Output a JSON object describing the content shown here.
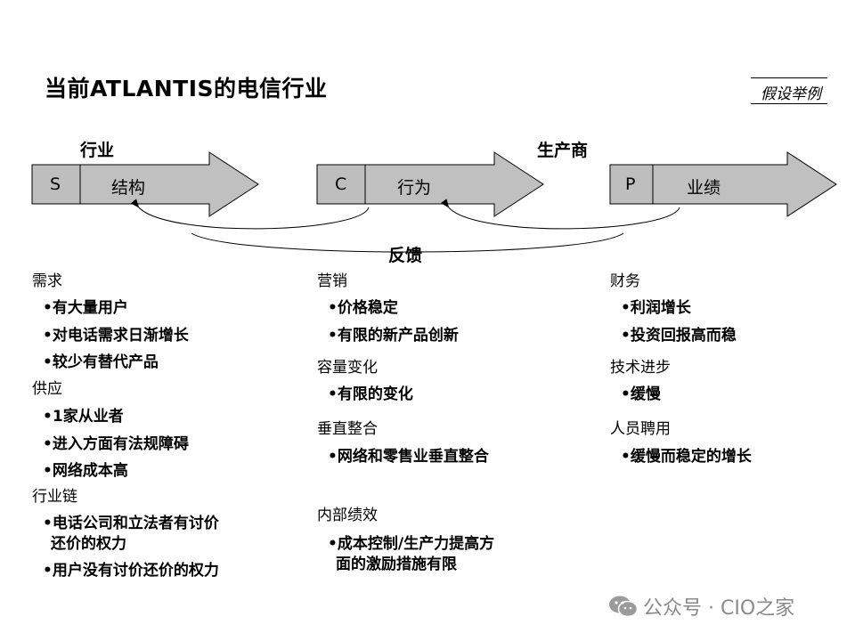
{
  "title": "当前ATLANTIS的电信行业",
  "hypothesis_tag": "假设举例",
  "headers": {
    "industry": "行业",
    "producer": "生产商"
  },
  "scp": [
    {
      "letter": "S",
      "word": "结构"
    },
    {
      "letter": "C",
      "word": "行为"
    },
    {
      "letter": "P",
      "word": "业绩"
    }
  ],
  "feedback_label": "反馈",
  "columns": {
    "structure": {
      "demand": {
        "title": "需求",
        "items": [
          "•有大量用户",
          "•对电话需求日渐增长",
          "•较少有替代产品"
        ]
      },
      "supply": {
        "title": "供应",
        "items": [
          "•1家从业者",
          "•进入方面有法规障碍",
          "•网络成本高"
        ]
      },
      "chain": {
        "title": "行业链",
        "items": [
          "•电话公司和立法者有讨价",
          "还价的权力",
          "•用户没有讨价还价的权力"
        ]
      }
    },
    "conduct": {
      "marketing": {
        "title": "营销",
        "items": [
          "•价格稳定",
          "•有限的新产品创新"
        ]
      },
      "capacity": {
        "title": "容量变化",
        "items": [
          "•有限的变化"
        ]
      },
      "vertical": {
        "title": "垂直整合",
        "items": [
          "•网络和零售业垂直整合"
        ]
      },
      "internal": {
        "title": "内部绩效",
        "items": [
          "•成本控制/生产力提高方",
          "面的激励措施有限"
        ]
      }
    },
    "performance": {
      "finance": {
        "title": "财务",
        "items": [
          "•利润增长",
          "•投资回报高而稳"
        ]
      },
      "tech": {
        "title": "技术进步",
        "items": [
          "•缓慢"
        ]
      },
      "hiring": {
        "title": "人员聘用",
        "items": [
          "•缓慢而稳定的增长"
        ]
      }
    }
  },
  "watermark": "公众号 · CIO之家",
  "colors": {
    "arrow_fill": "#c0c0c0",
    "box_fill": "#bebebe",
    "watermark": "#8a8a8a"
  }
}
